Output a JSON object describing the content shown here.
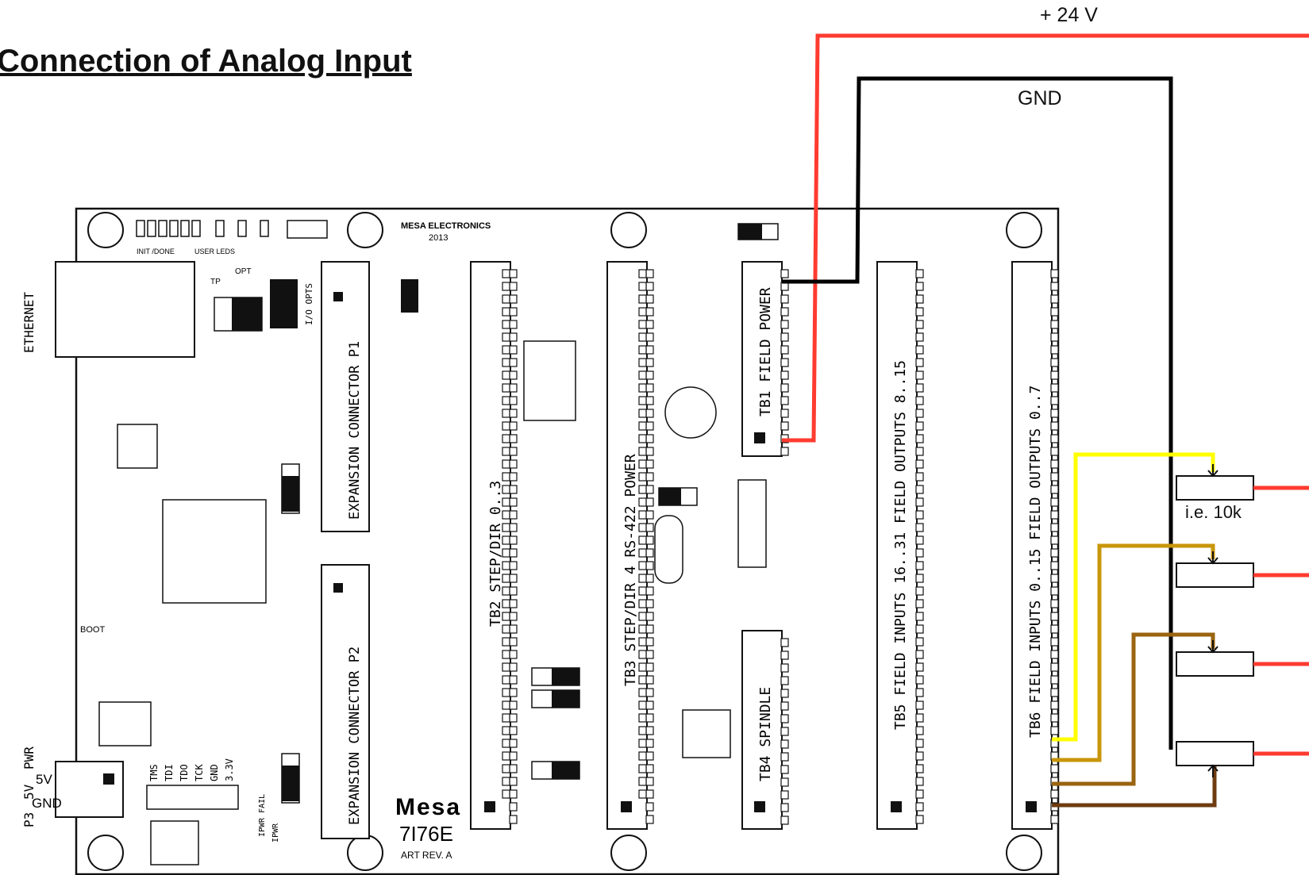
{
  "title": "Connection of Analog Input",
  "wires": {
    "supply_label": "+ 24 V",
    "gnd_label": "GND",
    "pot_label": "i.e. 10k",
    "colors": {
      "supply": "#ff3b30",
      "gnd": "#000000",
      "wiper1": "#ffff00",
      "wiper2": "#c8960a",
      "wiper3": "#9a6410",
      "wiper4": "#6e3c10"
    }
  },
  "board": {
    "maker": "MESA ELECTRONICS",
    "year": "2013",
    "logo": "Mesa",
    "model": "7I76E",
    "revision": "ART REV. A",
    "ethernet_label": "ETHERNET",
    "power": {
      "connector": "P3",
      "voltage": "5V",
      "pwr": "PWR",
      "v5": "5V",
      "gnd": "GND"
    },
    "status": {
      "init": "INIT /DONE",
      "user_leds": "USER LEDS",
      "opt": "OPT",
      "io_opts": "I/O OPTS",
      "boot": "BOOT",
      "ipwr_fail": "IPWR FAIL",
      "ipwr": "IPWR",
      "tp": "TP"
    },
    "jtag": [
      "TMS",
      "TDI",
      "TDO",
      "TCK",
      "GND",
      "3.3V"
    ],
    "terminals": {
      "p1": "EXPANSION CONNECTOR P1",
      "p2": "EXPANSION CONNECTOR P2",
      "tb2": "TB2 STEP/DIR 0..3",
      "tb3": "TB3 STEP/DIR 4 RS-422 POWER",
      "tb1": "TB1 FIELD POWER",
      "tb4": "TB4 SPINDLE",
      "tb5": "TB5 FIELD INPUTS 16..31 FIELD OUTPUTS 8..15",
      "tb6": "TB6 FIELD INPUTS 0..15 FIELD OUTPUTS 0..7"
    }
  }
}
